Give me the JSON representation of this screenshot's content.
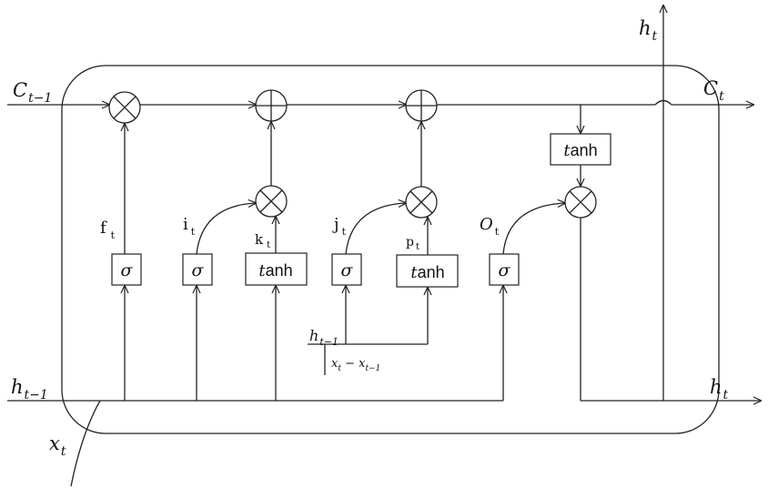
{
  "labels": {
    "c_prev": "C",
    "c_prev_sub": "t−1",
    "c_next": "C",
    "c_next_sub": "t",
    "h_top": "h",
    "h_top_sub": "t",
    "h_prev": "h",
    "h_prev_sub": "t−1",
    "h_out": "h",
    "h_out_sub": "t",
    "x_in": "x",
    "x_in_sub": "t",
    "h_mid": "h",
    "h_mid_sub": "t−1",
    "x_diff_a": "x",
    "x_diff_a_sub": "t",
    "x_diff_op": " − ",
    "x_diff_b": "x",
    "x_diff_b_sub": "t−1"
  },
  "gates": {
    "f": "f",
    "f_sub": "t",
    "i": "i",
    "i_sub": "t",
    "k": "k",
    "k_sub": "t",
    "j": "j",
    "j_sub": "t",
    "p": "p",
    "p_sub": "t",
    "o": "O",
    "o_sub": "t"
  },
  "boxes": {
    "sigma": "σ",
    "tanh_t": "t",
    "tanh_rest": "anh"
  }
}
